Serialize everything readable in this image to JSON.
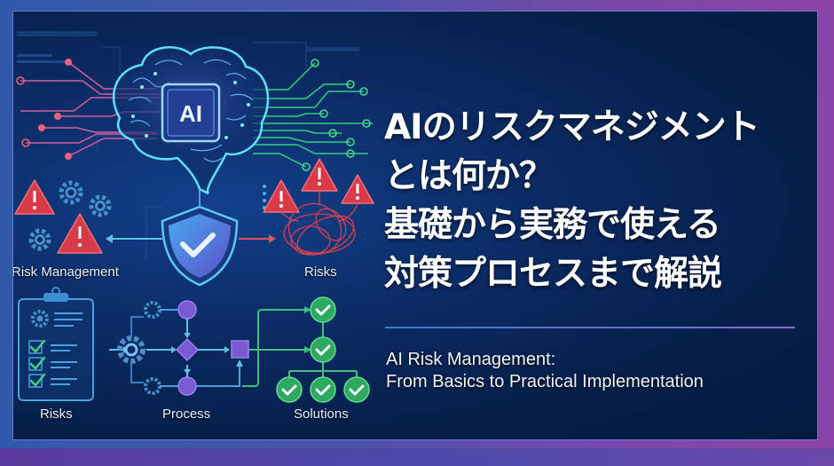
{
  "title": {
    "japanese_lines": [
      "AIのリスクマネジメント",
      "とは何か？",
      "基礎から実務で使える",
      "対策プロセスまで解説"
    ],
    "english_lines": [
      "AI Risk Management:",
      "From Basics to Practical Implementation"
    ]
  },
  "illustration": {
    "chip_label": "AI",
    "labels": {
      "risk_management": "Risk Management",
      "risks_top": "Risks",
      "risks_bottom": "Risks",
      "process": "Process",
      "solutions": "Solutions"
    },
    "icons": [
      "brain-circuit-icon",
      "ai-chip-icon",
      "shield-check-icon",
      "warning-triangle-icon",
      "gear-icon",
      "tangle-icon",
      "clipboard-checklist-icon",
      "flowchart-icon",
      "check-circle-icon"
    ]
  },
  "colors": {
    "panel_bg": "#021c40",
    "frame_left": "#2f5aa8",
    "frame_right": "#8b44a6",
    "accent_cyan": "#4fd0f0",
    "accent_purple": "#b070f0",
    "warning_red": "#d83a48",
    "success_green": "#2fa860",
    "title_text": "#ffffff"
  }
}
